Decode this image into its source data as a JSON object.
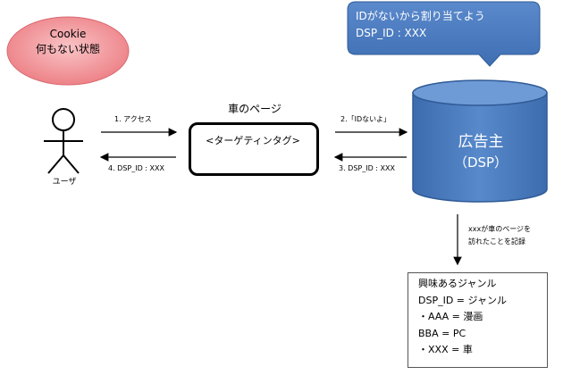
{
  "cookie": {
    "line1": "Cookie",
    "line2": "何もない状態"
  },
  "callout": {
    "line1": "IDがないから割り当てよう",
    "line2": "DSP_ID : XXX"
  },
  "user": {
    "label": "ユーザ"
  },
  "page": {
    "title": "車のページ",
    "tag": "<ターゲティンタグ>"
  },
  "arrows": {
    "access": "1. アクセス",
    "return_id": "4. DSP_ID : XXX",
    "no_id": "2.「IDないよ」",
    "assign_id": "3. DSP_ID : XXX"
  },
  "advertiser": {
    "title": "広告主",
    "subtitle": "（DSP）"
  },
  "record_note": {
    "line1": "xxxが車のページを",
    "line2": "訪れたことを記録"
  },
  "interest": {
    "title": "興味あるジャンル",
    "header": "DSP_ID = ジャンル",
    "items": [
      "・AAA = 漫画",
      "BBA = PC",
      "・XXX = 車"
    ]
  },
  "colors": {
    "cookie_fill": "#f4a0a4",
    "cylinder_fill": "#4f7ec0",
    "callout_fill": "#4a78bf"
  }
}
